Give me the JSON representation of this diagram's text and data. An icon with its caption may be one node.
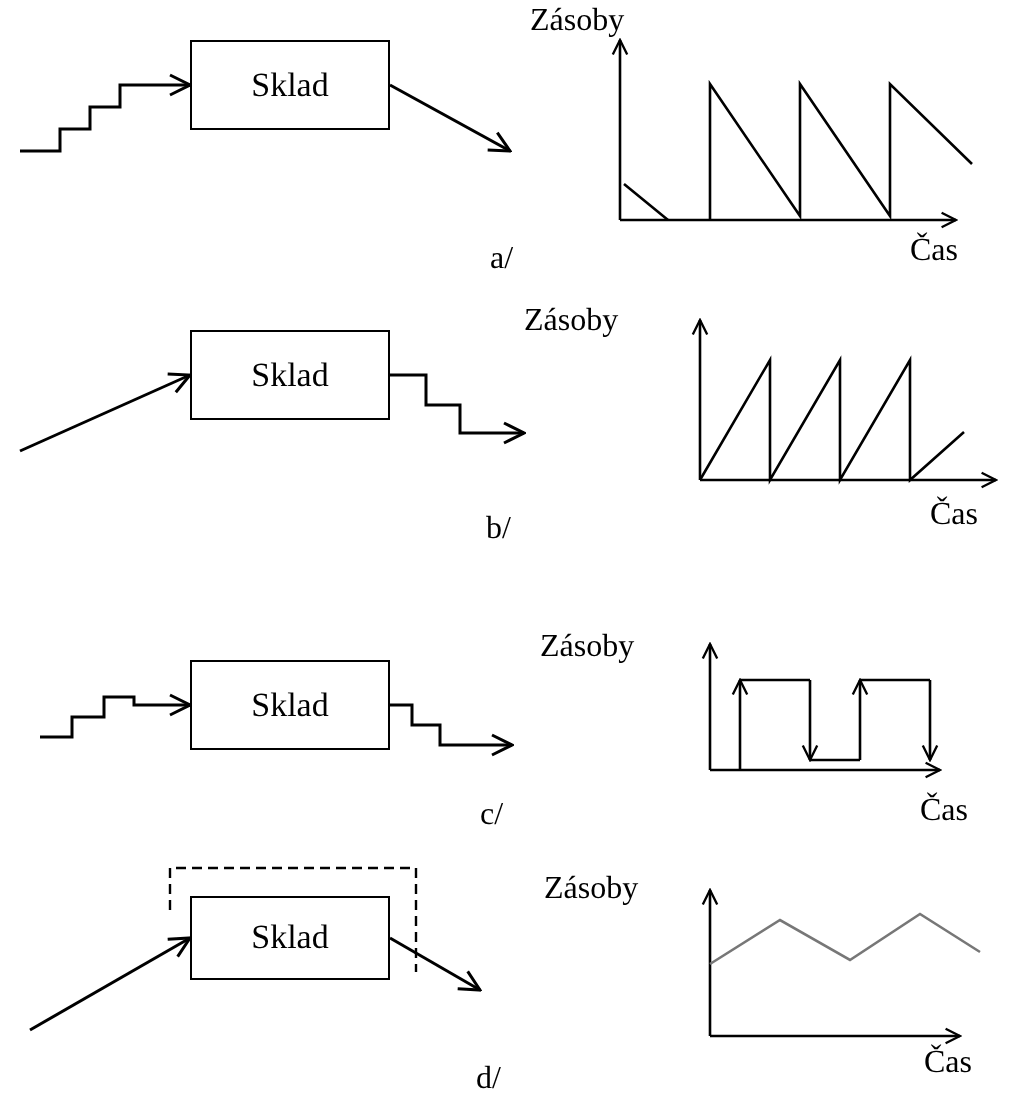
{
  "diagram": {
    "nodes": [
      {
        "text": [
          "Sklad"
        ]
      },
      {
        "text": [
          "Sklad"
        ]
      },
      {
        "text": [
          "Sklad"
        ]
      },
      {
        "text": [
          "Sklad"
        ]
      }
    ],
    "edges": [
      {
        "from": null,
        "to": 0,
        "arrow": "to"
      },
      {
        "from": 0,
        "to": null,
        "arrow": "to"
      },
      {
        "from": null,
        "to": 1,
        "arrow": "to"
      },
      {
        "from": 1,
        "to": null,
        "arrow": "to"
      },
      {
        "from": null,
        "to": 2,
        "arrow": "to"
      },
      {
        "from": 2,
        "to": null,
        "arrow": "to"
      },
      {
        "from": null,
        "to": 3,
        "arrow": "to"
      },
      {
        "from": 3,
        "to": null,
        "arrow": "to"
      }
    ],
    "labels": [
      "Zásoby",
      "Čas",
      "a/",
      "Zásoby",
      "Čas",
      "b/",
      "Zásoby",
      "Čas",
      "c/",
      "Zásoby",
      "Čas",
      "d/"
    ]
  }
}
